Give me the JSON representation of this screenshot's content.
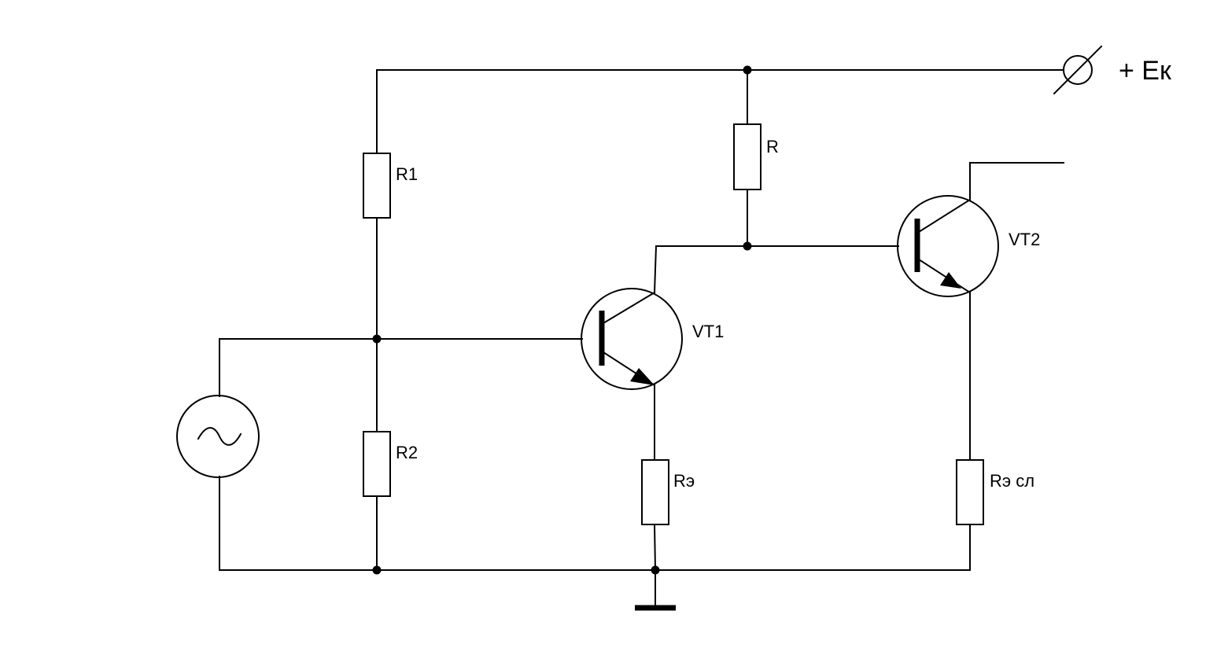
{
  "labels": {
    "supply": "+ Eк",
    "r1": "R1",
    "r2": "R2",
    "r": "R",
    "re": "Rэ",
    "re_out": "Rэ сл",
    "vt1": "VT1",
    "vt2": "VT2"
  },
  "colors": {
    "line": "#000000",
    "background": "#ffffff"
  },
  "icons": {
    "source": "ac-source-icon",
    "ground": "ground-icon",
    "terminal": "power-terminal-icon"
  }
}
